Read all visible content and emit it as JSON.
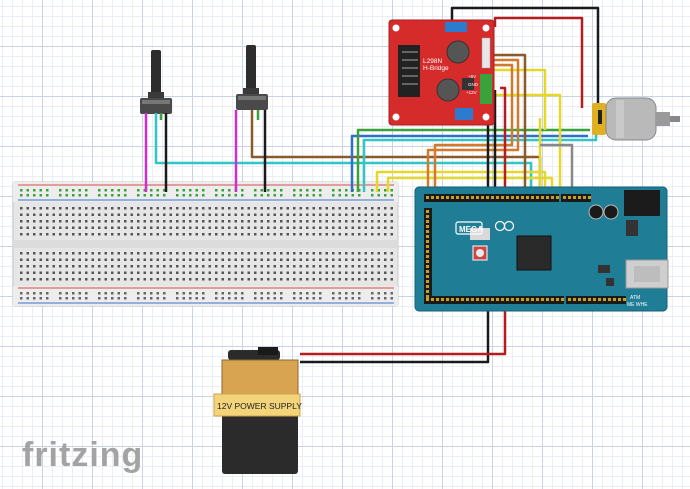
{
  "brand": {
    "text": "fritzing",
    "color": "#a3a3a3"
  },
  "hbridge": {
    "title_line1": "L298N",
    "title_line2": "H-Bridge",
    "pin_5v": "+5V",
    "pin_gnd": "GND",
    "pin_12v": "+12V",
    "board_color": "#d62b2b"
  },
  "arduino": {
    "logo_text": "MEGA",
    "board_color": "#1f7d96",
    "corner_text_1": "ATM",
    "corner_text_2": "ME WHE"
  },
  "battery": {
    "label": "12V POWER SUPPLY",
    "label_color": "#f3d47a",
    "body_color": "#2b2b2b",
    "top_color": "#d9a451"
  },
  "breadboard": {
    "color": "#e6e6e6",
    "rail_red": "#d74b4b",
    "rail_blue": "#3b6fcf"
  },
  "wire_colors": {
    "black": "#1a1a1a",
    "red": "#b51c1c",
    "yellow": "#e5d829",
    "orange": "#d27a2c",
    "brown": "#8a5a2b",
    "green": "#39a23b",
    "blue": "#2f6fc7",
    "cyan": "#31c6c6",
    "magenta": "#cc2fcc",
    "gray": "#888888"
  },
  "components": [
    "potentiometer-1",
    "potentiometer-2",
    "dc-motor",
    "l298n-h-bridge",
    "arduino-mega",
    "breadboard",
    "battery-12v"
  ]
}
